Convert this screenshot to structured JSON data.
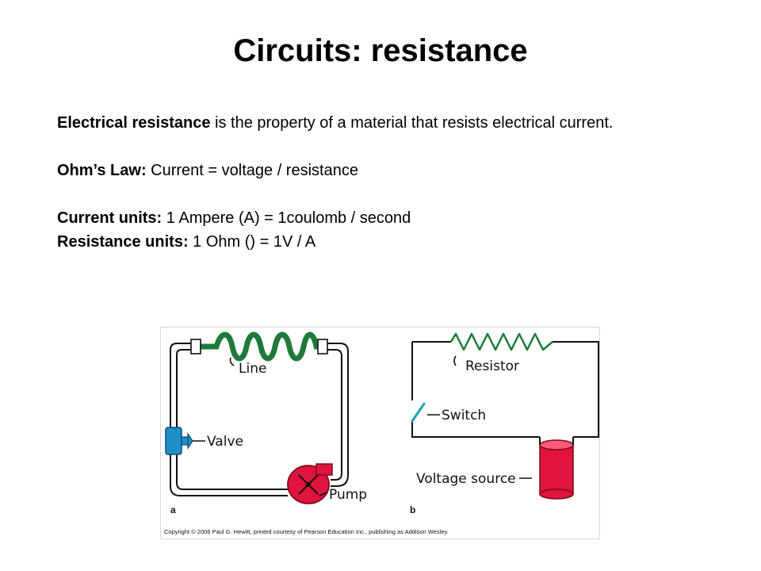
{
  "slide": {
    "title": "Circuits: resistance",
    "p1_bold": "Electrical resistance",
    "p1_text": " is the property of a material that resists electrical current.",
    "p2_bold": "Ohm’s Law:",
    "p2_text": " Current = voltage / resistance",
    "p3_bold": "Current units:",
    "p3_text": " 1 Ampere (A) = 1coulomb / second",
    "p4_bold": "Resistance units:",
    "p4_text": " 1 Ohm () = 1V / A"
  },
  "figure": {
    "panel_a": {
      "letter": "a",
      "labels": {
        "line": "Line",
        "valve": "Valve",
        "pump": "Pump"
      }
    },
    "panel_b": {
      "letter": "b",
      "labels": {
        "resistor": "Resistor",
        "switch": "Switch",
        "voltage_source": "Voltage source"
      }
    },
    "copyright": "Copyright © 2006 Paul G. Hewitt, printed courtesy of Pearson Education Inc., publishing as Addison Wesley.",
    "colors": {
      "pipe_green": "#1f7a3a",
      "valve_blue": "#1e8fc8",
      "pump_red": "#e0143c",
      "battery_red": "#e0143c",
      "switch_teal": "#1aa6b7"
    }
  }
}
